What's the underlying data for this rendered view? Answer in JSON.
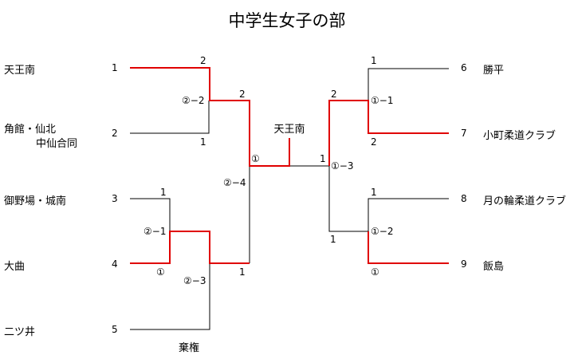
{
  "title": "中学生女子の部",
  "champion": "天王南",
  "forfeit_label": "棄権",
  "left_teams": [
    {
      "seed": "1",
      "name": "天王南"
    },
    {
      "seed": "2",
      "name": "角館・仙北",
      "name2": "中仙合同"
    },
    {
      "seed": "3",
      "name": "御野場・城南"
    },
    {
      "seed": "4",
      "name": "大曲"
    },
    {
      "seed": "5",
      "name": "二ツ井"
    }
  ],
  "right_teams": [
    {
      "seed": "6",
      "name": "勝平"
    },
    {
      "seed": "7",
      "name": "小町柔道クラブ"
    },
    {
      "seed": "8",
      "name": "月の輪柔道クラブ"
    },
    {
      "seed": "9",
      "name": "飯島"
    }
  ],
  "scores": {
    "m12_top": "2",
    "m12_bottom": "1",
    "m12_detail": "②−2",
    "m34_top": "1",
    "m34_detail": "②−1",
    "m34_bottom": "①",
    "m345_detail": "②−3",
    "m345_bottom": "1",
    "semi_left_top": "2",
    "semi_left_detail": "②−4",
    "final_left": "①",
    "m67_top": "1",
    "m67_detail": "①−1",
    "m67_bottom": "2",
    "m89_top": "1",
    "m89_detail": "①−2",
    "m89_bottom": "①",
    "semi_right_top": "2",
    "semi_right_bottom": "1",
    "final_right": "1",
    "final_right_detail": "①−3"
  },
  "colors": {
    "win": "#e00000",
    "line": "#000000"
  }
}
